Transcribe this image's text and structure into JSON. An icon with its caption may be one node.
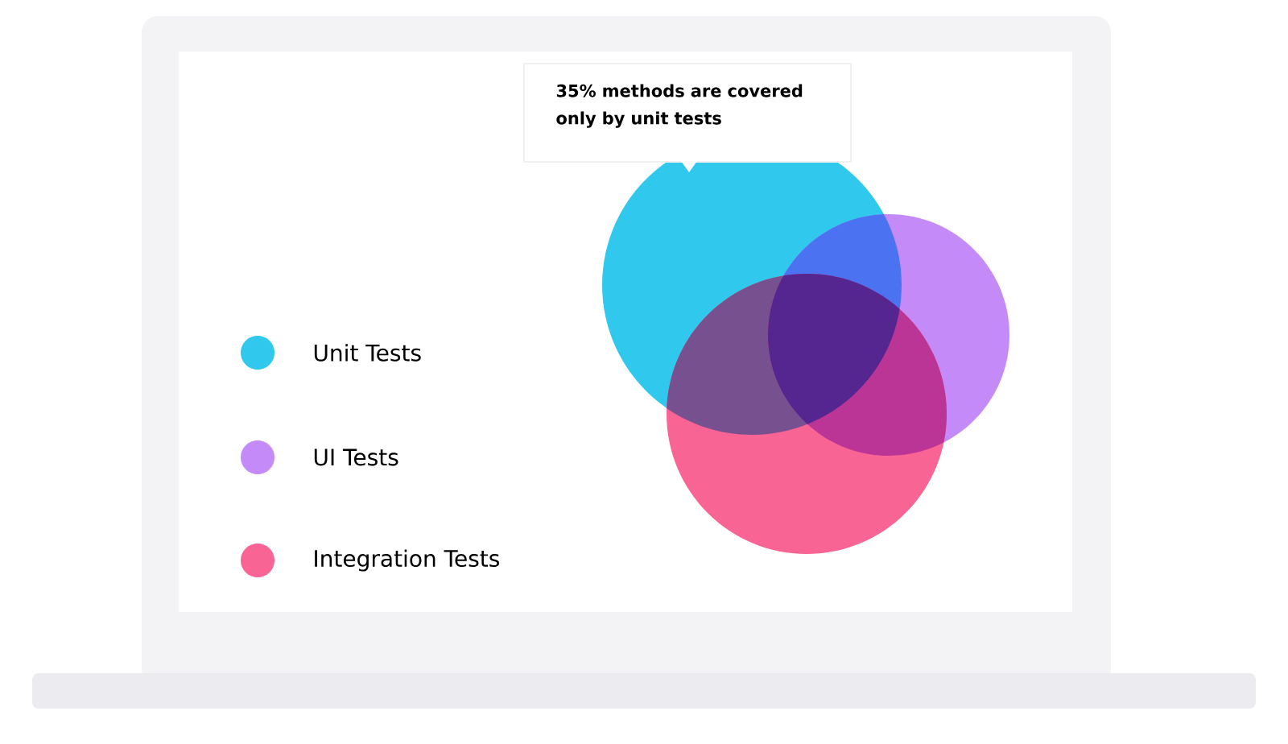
{
  "diagram": {
    "nodes": [
      {
        "text": [
          "35% methods are covered only by unit tests"
        ]
      }
    ],
    "legend": [
      {
        "text": "Unit Tests",
        "color": "#30c8ec"
      },
      {
        "text": "UI Tests",
        "color": "#c48bf8"
      },
      {
        "text": "Integration Tests",
        "color": "#f86493"
      }
    ]
  }
}
